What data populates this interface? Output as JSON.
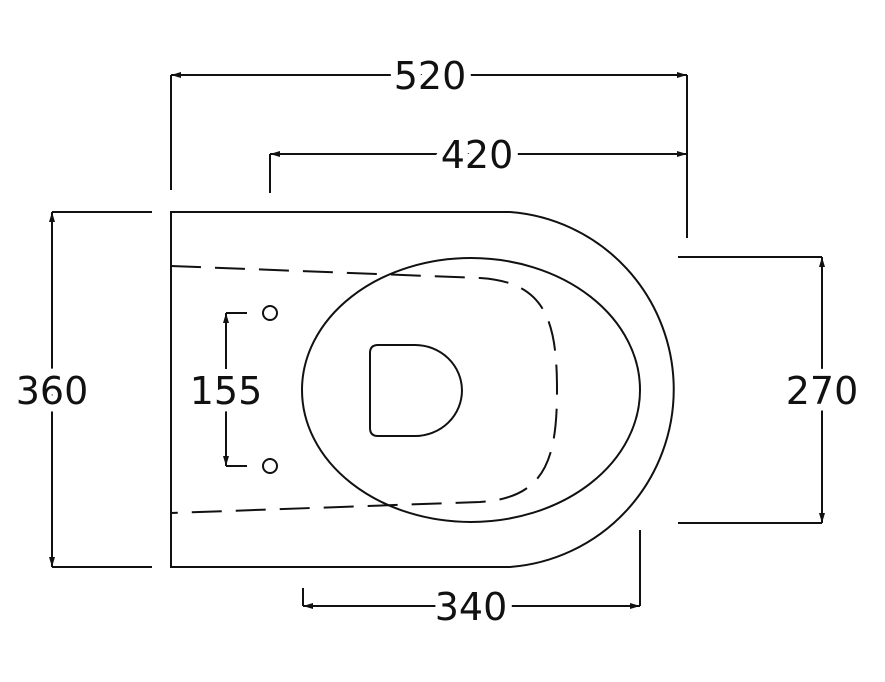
{
  "diagram": {
    "dimensions": {
      "overall_length": "520",
      "projection_from_fixing": "420",
      "overall_width": "360",
      "fixing_centres": "155",
      "bowl_width": "270",
      "bowl_length": "340"
    },
    "line_color": "#111111",
    "background_color": "#ffffff"
  }
}
